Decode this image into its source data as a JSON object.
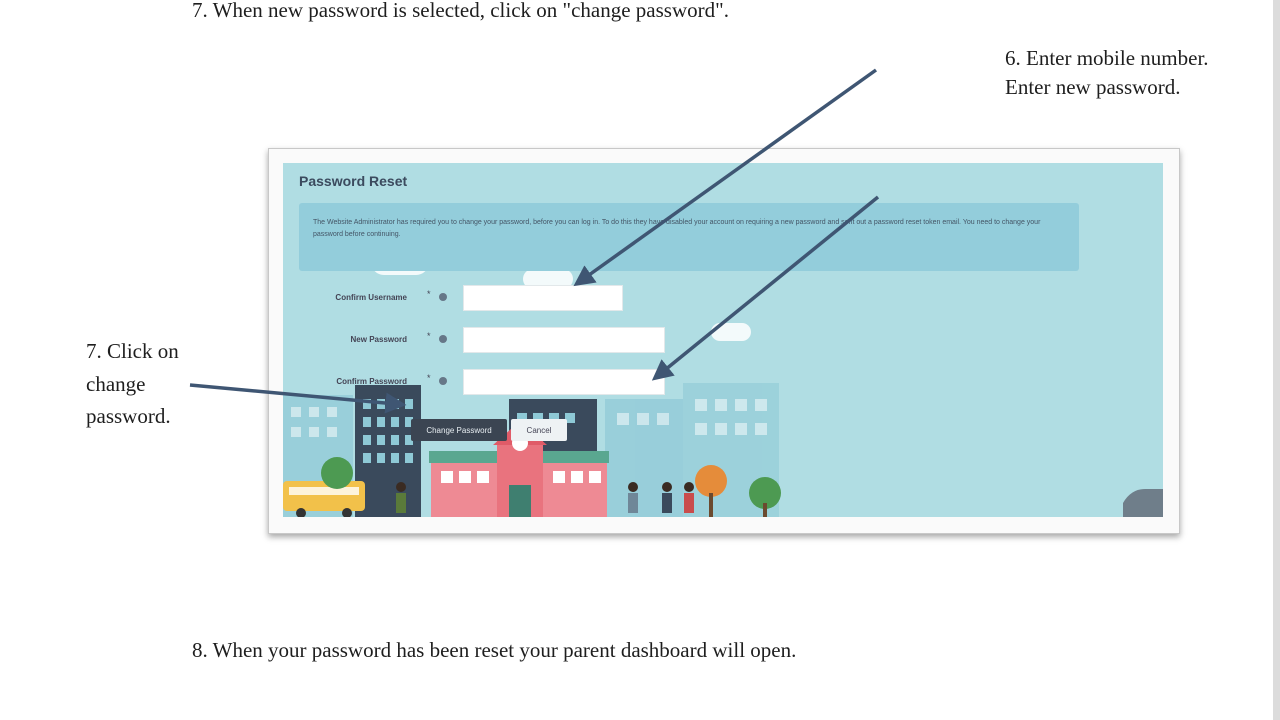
{
  "instructions": {
    "step7_top": "7. When new password is selected, click on \"change password\".",
    "step6_line1": "6. Enter mobile number.",
    "step6_line2": "Enter new password.",
    "step7_side_line1": "7. Click on",
    "step7_side_line2": "change",
    "step7_side_line3": "password.",
    "step8": "8. When your password has been reset your parent dashboard will open."
  },
  "screenshot": {
    "title": "Password Reset",
    "notice": "The Website Administrator has required you to change your password, before you can log in. To do this they have disabled your account on requiring a new password and sent out a password reset token email. You need to change your password before continuing.",
    "fields": [
      {
        "label": "Confirm Username",
        "required_mark": "*"
      },
      {
        "label": "New Password",
        "required_mark": "*"
      },
      {
        "label": "Confirm Password",
        "required_mark": "*"
      }
    ],
    "buttons": {
      "change": "Change Password",
      "cancel": "Cancel"
    }
  },
  "colors": {
    "panel_bg": "#b0dde3",
    "notice_bg": "#93cddb",
    "arrow": "#3f5673",
    "primary_button": "#3b4552"
  }
}
